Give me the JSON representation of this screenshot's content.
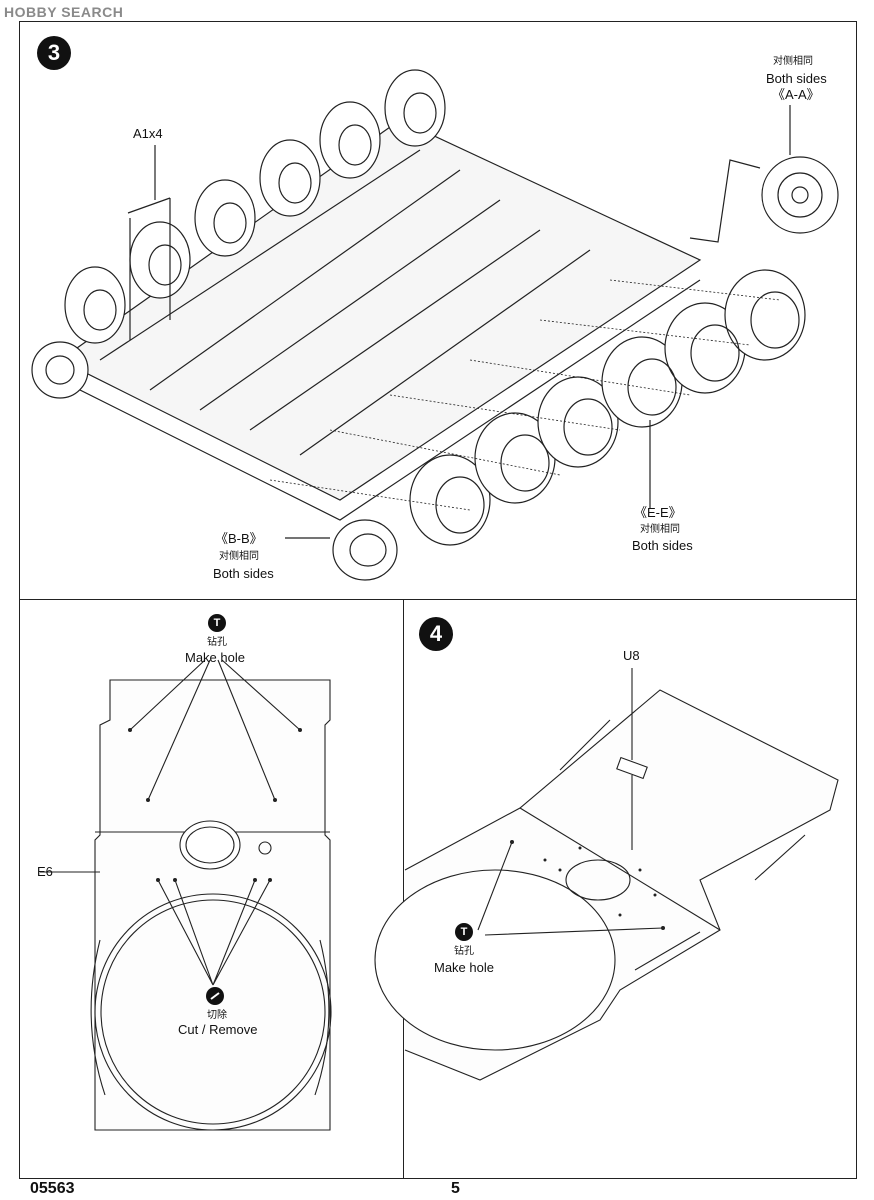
{
  "watermark": "HOBBY SEARCH",
  "step3": {
    "number": "3",
    "part_a1": "A1x4",
    "aa_cn": "对侧相同",
    "aa_en": "Both sides",
    "aa_section": "《A-A》",
    "bb_section": "《B-B》",
    "bb_cn": "对侧相同",
    "bb_en": "Both sides",
    "ee_section": "《E-E》",
    "ee_cn": "对侧相同",
    "ee_en": "Both sides"
  },
  "left_panel": {
    "drill_icon": "T",
    "drill_cn": "钻孔",
    "drill_en": "Make hole",
    "part_e6": "E6",
    "cut_cn": "切除",
    "cut_en": "Cut / Remove"
  },
  "step4": {
    "number": "4",
    "part_u8": "U8",
    "drill_icon": "T",
    "drill_cn": "钻孔",
    "drill_en": "Make hole"
  },
  "footer": {
    "kit_number": "05563",
    "page_number": "5"
  }
}
